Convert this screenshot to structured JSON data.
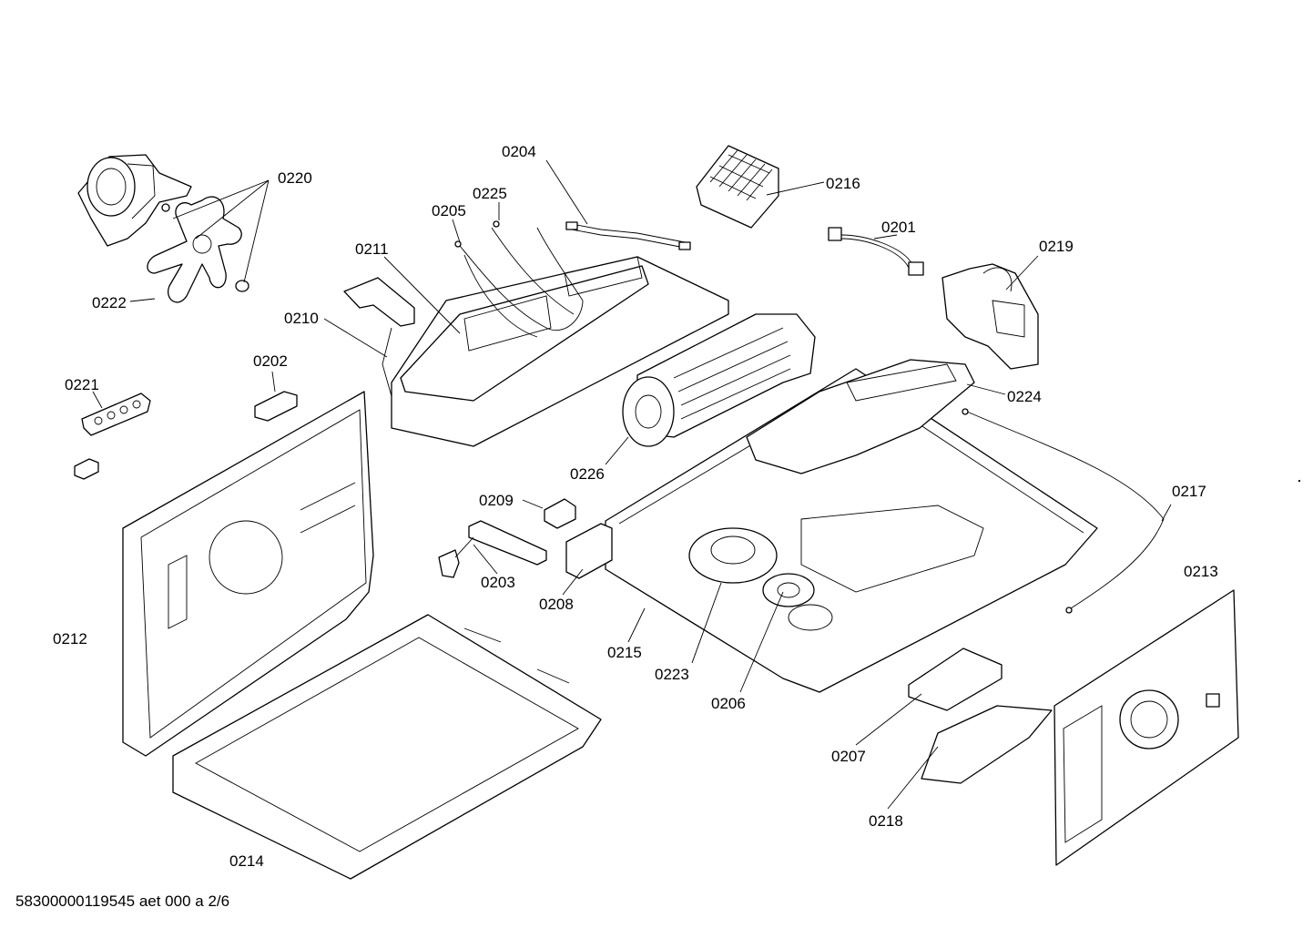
{
  "footer": {
    "document_id": "58300000119545 aet 000 a 2/6"
  },
  "labels": {
    "p0201": "0201",
    "p0202": "0202",
    "p0203": "0203",
    "p0204": "0204",
    "p0205": "0205",
    "p0206": "0206",
    "p0207": "0207",
    "p0208": "0208",
    "p0209": "0209",
    "p0210": "0210",
    "p0211": "0211",
    "p0212": "0212",
    "p0213": "0213",
    "p0214": "0214",
    "p0215": "0215",
    "p0216": "0216",
    "p0217": "0217",
    "p0218": "0218",
    "p0219": "0219",
    "p0220": "0220",
    "p0221": "0221",
    "p0222": "0222",
    "p0223": "0223",
    "p0224": "0224",
    "p0225": "0225",
    "p0226": "0226"
  }
}
